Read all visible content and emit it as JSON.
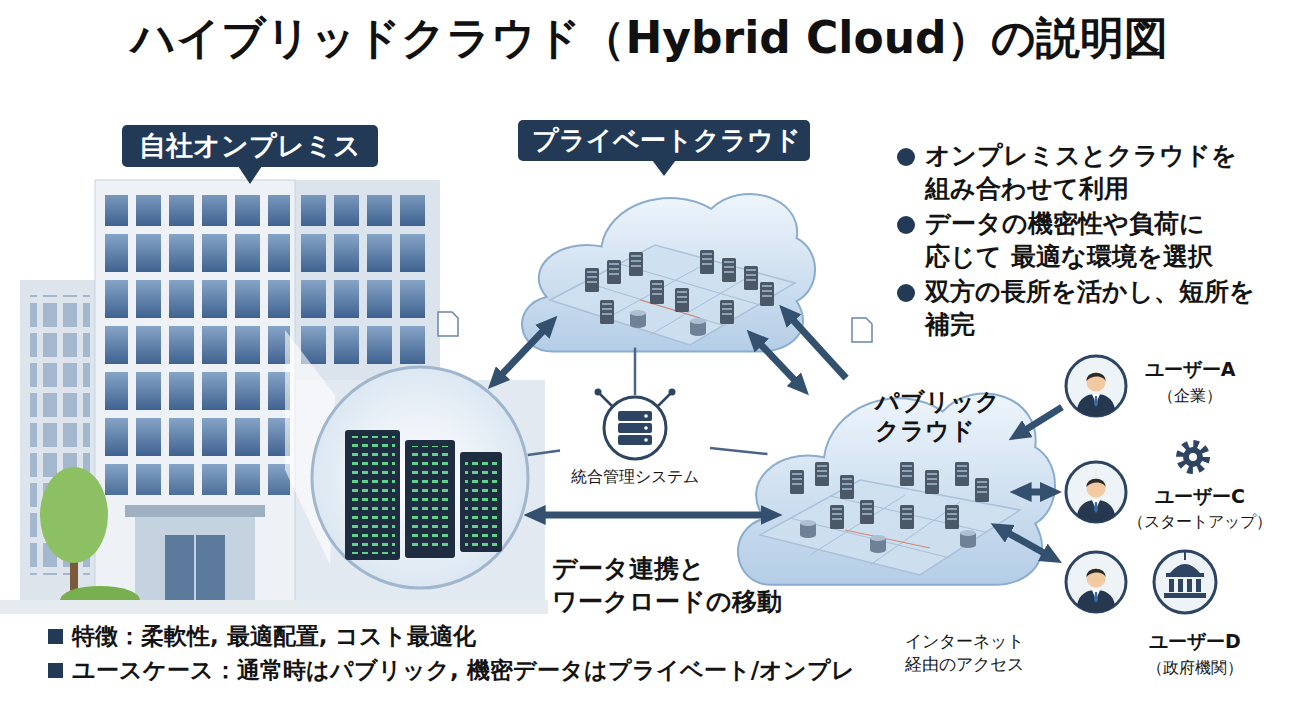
{
  "diagram": {
    "title": "ハイブリッドクラウド（Hybrid Cloud）の説明図",
    "nodes": [
      {
        "text": [
          "自社オンプレミス"
        ]
      },
      {
        "text": [
          "プライベートクラウド"
        ]
      },
      {
        "text": [
          "パブリック クラウド"
        ]
      },
      {
        "text": [
          "ユーザーA",
          "（企業）"
        ]
      },
      {
        "text": [
          "ユーザーC",
          "（スタートアップ）"
        ]
      },
      {
        "text": [
          "ユーザーD",
          "（政府機関）"
        ]
      },
      {
        "text": [
          "統合管理システム"
        ]
      }
    ],
    "edges": [
      {
        "from": 0,
        "to": 1,
        "arrow": "both"
      },
      {
        "from": 1,
        "to": 2,
        "arrow": "both"
      },
      {
        "from": 2,
        "to": 1,
        "arrow": "to"
      },
      {
        "from": 0,
        "to": 2,
        "arrow": "both"
      },
      {
        "from": 3,
        "to": 2,
        "arrow": "to"
      },
      {
        "from": 4,
        "to": 2,
        "arrow": "both"
      },
      {
        "from": 5,
        "to": 2,
        "arrow": "both"
      },
      {
        "from": 6,
        "to": 1,
        "arrow": "none"
      },
      {
        "from": 6,
        "to": 0,
        "arrow": "none"
      },
      {
        "from": 6,
        "to": 2,
        "arrow": "none"
      }
    ],
    "labels": [
      "オンプレミスとクラウドを 組み合わせて利用",
      "データの機密性や負荷に 応じて 最適な環境を選択",
      "双方の長所を活かし、短所を 補完",
      "データ連携と ワークロードの移動",
      "特徴：柔軟性, 最適配置, コスト最適化",
      "ユースケース：通常時はパブリック, 機密データはプライベート/オンプレ",
      "インターネット 経由のアクセス"
    ]
  }
}
